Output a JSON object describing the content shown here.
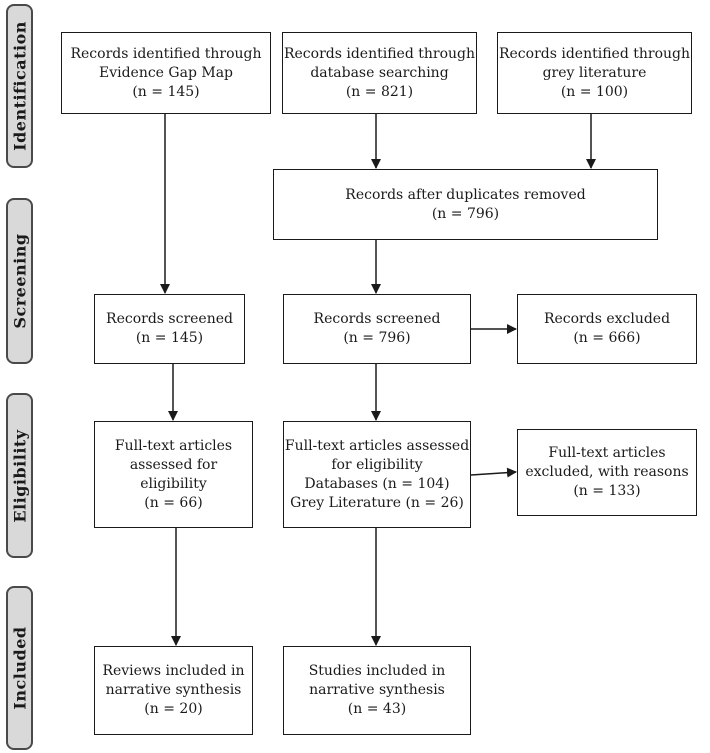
{
  "stages": {
    "identification": "Identification",
    "screening": "Screening",
    "eligibility": "Eligibility",
    "included": "Included"
  },
  "boxes": {
    "id_egm": [
      "Records identified through",
      "Evidence Gap Map",
      "(n = 145)"
    ],
    "id_db": [
      "Records identified through",
      "database searching",
      "(n = 821)"
    ],
    "id_grey": [
      "Records identified through",
      "grey literature",
      "(n = 100)"
    ],
    "dup_removed": [
      "Records after duplicates removed",
      "(n = 796)"
    ],
    "screened_egm": [
      "Records screened",
      "(n = 145)"
    ],
    "screened_db": [
      "Records screened",
      "(n = 796)"
    ],
    "excluded": [
      "Records excluded",
      "(n = 666)"
    ],
    "fulltext_egm": [
      "Full-text articles",
      "assessed for",
      "eligibility",
      "(n = 66)"
    ],
    "fulltext_db": [
      "Full-text articles assessed",
      "for eligibility",
      "Databases (n = 104)",
      "Grey Literature (n = 26)"
    ],
    "fulltext_excluded": [
      "Full-text articles",
      "excluded, with reasons",
      "(n = 133)"
    ],
    "included_reviews": [
      "Reviews included in",
      "narrative synthesis",
      "(n = 20)"
    ],
    "included_studies": [
      "Studies included in",
      "narrative synthesis",
      "(n = 43)"
    ]
  }
}
